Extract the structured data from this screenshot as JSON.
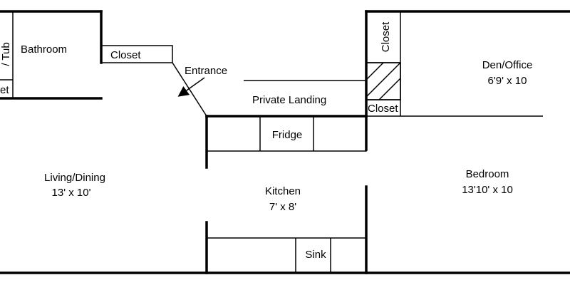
{
  "labels": {
    "tub": "/ Tub",
    "toilet": "et",
    "bathroom": "Bathroom",
    "closet_bath": "Closet",
    "entrance": "Entrance",
    "private_landing": "Private Landing",
    "closet_vertical": "Closet",
    "closet_den": "Closet",
    "den_name": "Den/Office",
    "den_size": "6'9' x 10",
    "fridge": "Fridge",
    "living_name": "Living/Dining",
    "living_size": "13' x 10'",
    "kitchen_name": "Kitchen",
    "kitchen_size": "7' x 8'",
    "bedroom_name": "Bedroom",
    "bedroom_size": "13'10' x 10",
    "sink": "Sink"
  }
}
